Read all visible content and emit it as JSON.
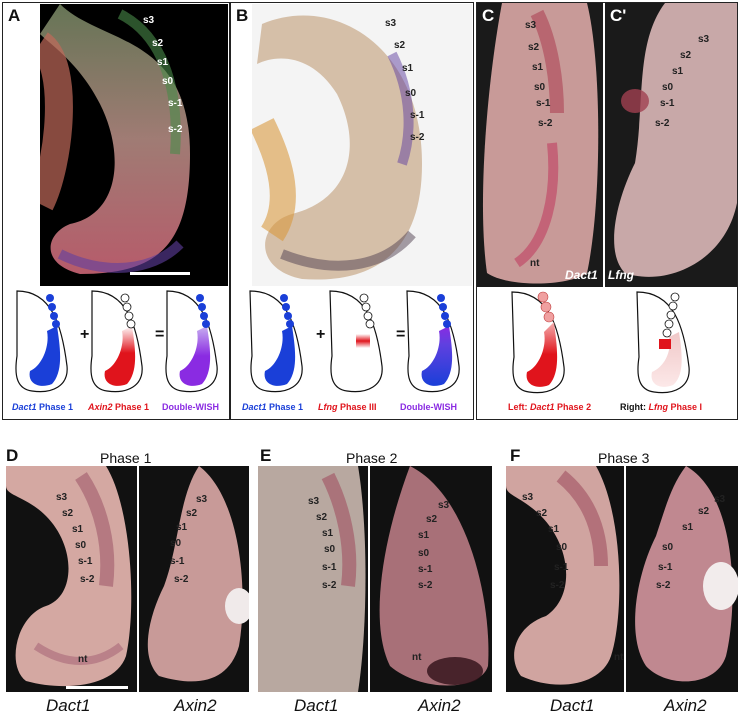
{
  "panels": {
    "A": {
      "label": "A"
    },
    "B": {
      "label": "B"
    },
    "C": {
      "label": "C",
      "label2": "C'",
      "inset1": "Dact1",
      "inset2": "Lfng"
    },
    "D": {
      "label": "D",
      "phase": "Phase 1",
      "cap1": "Dact1",
      "cap2": "Axin2"
    },
    "E": {
      "label": "E",
      "phase": "Phase 2",
      "cap1": "Dact1",
      "cap2": "Axin2"
    },
    "F": {
      "label": "F",
      "phase": "Phase 3",
      "cap1": "Dact1",
      "cap2": "Axin2"
    }
  },
  "somites": {
    "s3": "s3",
    "s2": "s2",
    "s1": "s1",
    "s0": "s0",
    "sm1": "s-1",
    "sm2": "s-2",
    "nt": "nt"
  },
  "operators": {
    "plus": "+",
    "equals": "="
  },
  "diagramA": {
    "cap1_gene": "Dact1",
    "cap1_phase": "Phase 1",
    "cap2_gene": "Axin2",
    "cap2_phase": "Phase 1",
    "cap3": "Double-WISH"
  },
  "diagramB": {
    "cap1_gene": "Dact1",
    "cap1_phase": "Phase 1",
    "cap2_gene": "Lfng",
    "cap2_phase": "Phase III",
    "cap3": "Double-WISH"
  },
  "diagramC": {
    "left_prefix": "Left:",
    "left_gene": "Dact1",
    "left_phase": "Phase 2",
    "right_prefix": "Right:",
    "right_gene": "Lfng",
    "right_phase": "Phase I"
  },
  "colors": {
    "blue": "#1a3fd8",
    "red": "#e0141c",
    "purple": "#8a2be2",
    "pink": "#e89ab0"
  }
}
